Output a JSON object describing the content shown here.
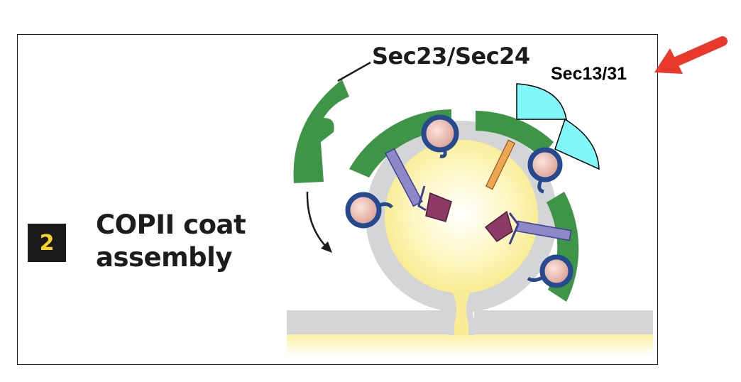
{
  "step": {
    "number": "2",
    "title_line1": "COPII coat",
    "title_line2": "assembly"
  },
  "labels": {
    "sec23_24": "Sec23/Sec24",
    "sec13_31": "Sec13/31"
  },
  "colors": {
    "coat_green": "#3e9447",
    "membrane_gray": "#d3d5d7",
    "lumen_yellow": "#fbf3a8",
    "cargo_receptor_blue": "#264a8f",
    "cargo_pink": "#eab7ad",
    "purple_receptor": "#8d88c8",
    "cargo_maroon": "#8b3b66",
    "orange_rod": "#eea651",
    "sec13_31_cyan": "#7ff7fb",
    "arrow_red": "#e8392c",
    "badge_yellow": "#f5d327"
  }
}
